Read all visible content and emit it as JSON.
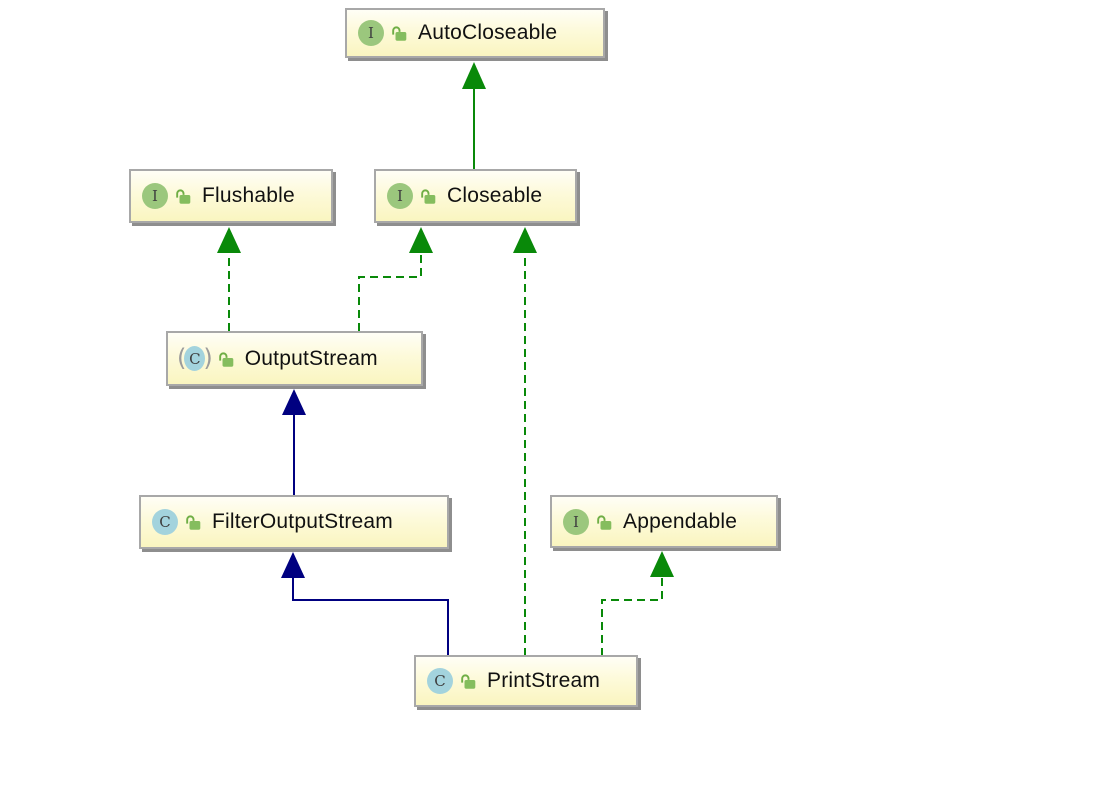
{
  "palette": {
    "background": "#ffffff",
    "node_fill_top": "#fffef6",
    "node_fill_bottom": "#faf5c0",
    "node_border": "#a8a8a8",
    "node_shadow": "#8e8e8e",
    "interface_badge": "#9bc77d",
    "class_badge": "#a3d3dd",
    "badge_letter": "#3f3f3f",
    "lock_body": "#85bd5e",
    "lock_shackle": "#6fae45",
    "green": "#098909",
    "navy": "#000080",
    "label_color": "#111111"
  },
  "nodes": [
    {
      "id": "autocloseable",
      "label": "AutoCloseable",
      "kind": "interface",
      "icon": "interface-icon",
      "icon_letter": "I",
      "lock_icon": "unlocked-lock-icon"
    },
    {
      "id": "flushable",
      "label": "Flushable",
      "kind": "interface",
      "icon": "interface-icon",
      "icon_letter": "I",
      "lock_icon": "unlocked-lock-icon"
    },
    {
      "id": "closeable",
      "label": "Closeable",
      "kind": "interface",
      "icon": "interface-icon",
      "icon_letter": "I",
      "lock_icon": "unlocked-lock-icon"
    },
    {
      "id": "outputstream",
      "label": "OutputStream",
      "kind": "abstract-class",
      "icon": "abstract-class-icon",
      "icon_letter": "C",
      "lock_icon": "unlocked-lock-icon"
    },
    {
      "id": "filteroutputstream",
      "label": "FilterOutputStream",
      "kind": "class",
      "icon": "class-icon",
      "icon_letter": "C",
      "lock_icon": "unlocked-lock-icon"
    },
    {
      "id": "appendable",
      "label": "Appendable",
      "kind": "interface",
      "icon": "interface-icon",
      "icon_letter": "I",
      "lock_icon": "unlocked-lock-icon"
    },
    {
      "id": "printstream",
      "label": "PrintStream",
      "kind": "class",
      "icon": "class-icon",
      "icon_letter": "C",
      "lock_icon": "unlocked-lock-icon"
    }
  ],
  "edges": [
    {
      "from": "Closeable",
      "to": "AutoCloseable",
      "relation": "extends",
      "line": "solid",
      "color": "#098909"
    },
    {
      "from": "OutputStream",
      "to": "Flushable",
      "relation": "implements",
      "line": "dashed",
      "color": "#098909"
    },
    {
      "from": "OutputStream",
      "to": "Closeable",
      "relation": "implements",
      "line": "dashed",
      "color": "#098909"
    },
    {
      "from": "FilterOutputStream",
      "to": "OutputStream",
      "relation": "extends",
      "line": "solid",
      "color": "#000080"
    },
    {
      "from": "PrintStream",
      "to": "FilterOutputStream",
      "relation": "extends",
      "line": "solid",
      "color": "#000080"
    },
    {
      "from": "PrintStream",
      "to": "Closeable",
      "relation": "implements",
      "line": "dashed",
      "color": "#098909"
    },
    {
      "from": "PrintStream",
      "to": "Appendable",
      "relation": "implements",
      "line": "dashed",
      "color": "#098909"
    }
  ]
}
